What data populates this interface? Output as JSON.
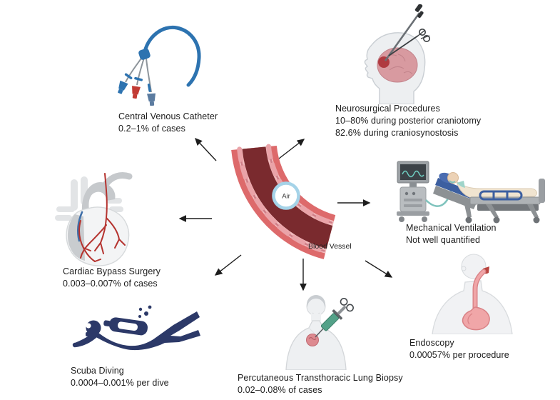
{
  "diagram": {
    "center": {
      "vessel_label": "Blood Vessel",
      "bubble_label": "Air"
    },
    "nodes": [
      {
        "id": "central-venous-catheter",
        "title": "Central Venous Catheter",
        "stats": [
          "0.2–1% of cases"
        ]
      },
      {
        "id": "neurosurgical-procedures",
        "title": "Neurosurgical Procedures",
        "stats": [
          "10–80% during posterior craniotomy",
          "82.6% during craniosynostosis"
        ]
      },
      {
        "id": "cardiac-bypass-surgery",
        "title": "Cardiac Bypass Surgery",
        "stats": [
          "0.003–0.007% of cases"
        ]
      },
      {
        "id": "mechanical-ventilation",
        "title": "Mechanical Ventilation",
        "stats": [
          "Not well quantified"
        ]
      },
      {
        "id": "scuba-diving",
        "title": "Scuba Diving",
        "stats": [
          "0.0004–0.001% per dive"
        ]
      },
      {
        "id": "lung-biopsy",
        "title": "Percutaneous Transthoracic Lung Biopsy",
        "stats": [
          "0.02–0.08% of cases"
        ]
      },
      {
        "id": "endoscopy",
        "title": "Endoscopy",
        "stats": [
          "0.00057% per procedure"
        ]
      }
    ],
    "colors": {
      "vessel_wall": "#dd6a6b",
      "vessel_lining": "#f3bcbe",
      "vessel_lumen": "#7a2a2e",
      "endothelial_cell": "#eaa3a8",
      "air_ring": "#a5d3e8",
      "catheter_blue": "#2d73b0",
      "artery_red": "#b5332f",
      "graft_blue": "#3f6fa9",
      "diver_navy": "#2c3968",
      "syringe_green": "#53a188",
      "tube_teal": "#7fc3bd",
      "arrow_black": "#1d1d1d"
    }
  }
}
